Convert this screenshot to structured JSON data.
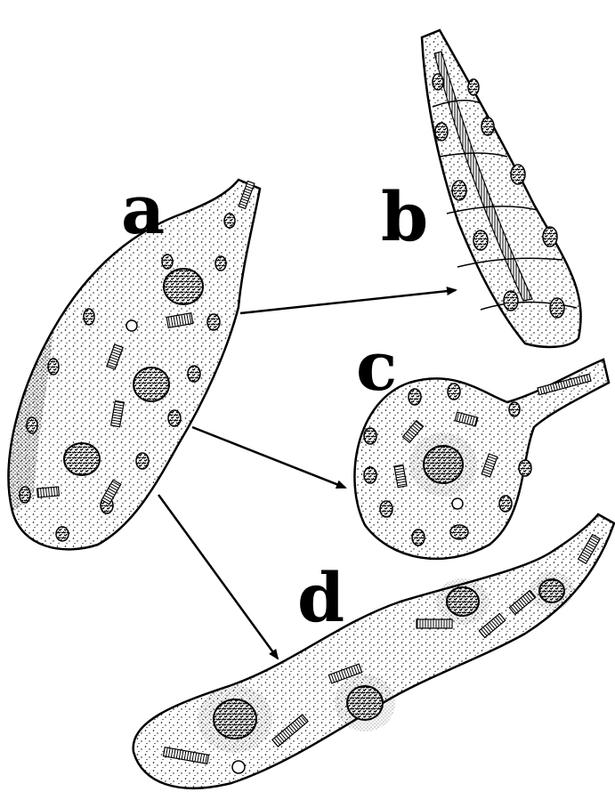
{
  "labels": {
    "a": "a",
    "b": "b",
    "c": "c",
    "d": "d"
  },
  "colors": {
    "ink": "#000000",
    "paper": "#ffffff"
  }
}
